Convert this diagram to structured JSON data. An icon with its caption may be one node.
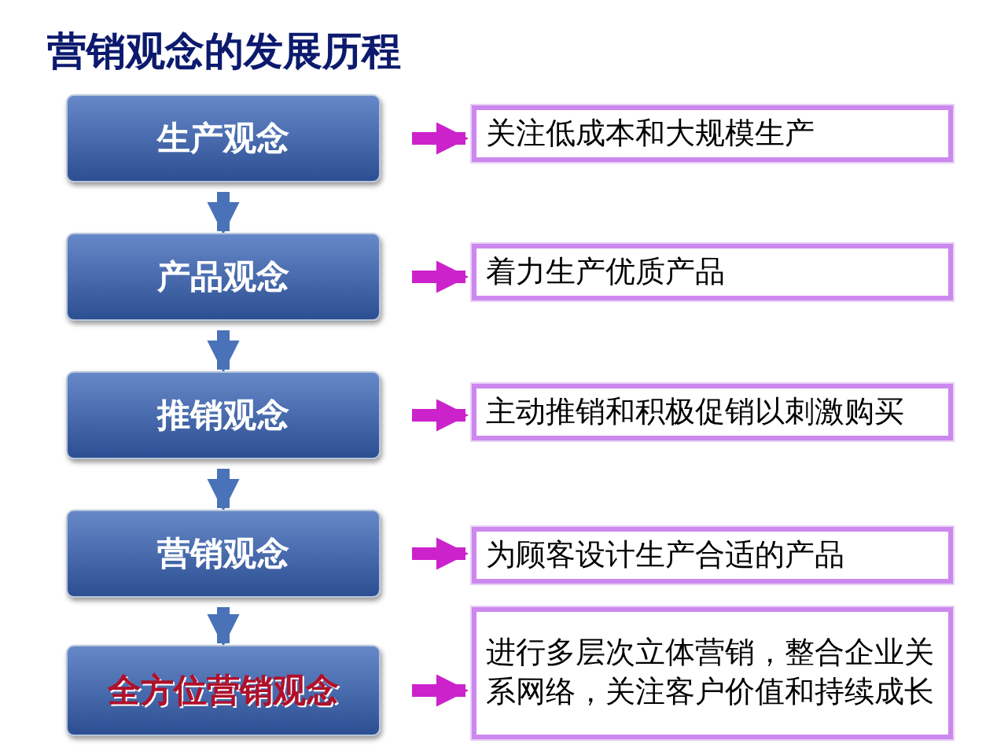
{
  "diagram": {
    "title": "营销观念的发展历程",
    "nodes": [
      {
        "text": [
          "生产观念"
        ]
      },
      {
        "text": [
          "产品观念"
        ]
      },
      {
        "text": [
          "推销观念"
        ]
      },
      {
        "text": [
          "营销观念"
        ]
      },
      {
        "text": [
          "全方位营销观念"
        ]
      },
      {
        "text": [
          "关注低成本和大规模生产"
        ]
      },
      {
        "text": [
          "着力生产优质产品"
        ]
      },
      {
        "text": [
          "主动推销和积极促销以刺激购买"
        ]
      },
      {
        "text": [
          "为顾客设计生产合适的产品"
        ]
      },
      {
        "text": [
          "进行多层次立体营销，整合企业关系网络，关注客户价值和持续成长"
        ]
      }
    ],
    "edges": [
      {
        "from": 0,
        "to": 1,
        "arrow": "to",
        "color": "#4a72b8"
      },
      {
        "from": 1,
        "to": 2,
        "arrow": "to",
        "color": "#4a72b8"
      },
      {
        "from": 2,
        "to": 3,
        "arrow": "to",
        "color": "#4a72b8"
      },
      {
        "from": 3,
        "to": 4,
        "arrow": "to",
        "color": "#4a72b8"
      },
      {
        "from": 0,
        "to": 5,
        "arrow": "to"
      },
      {
        "from": 1,
        "to": 6,
        "arrow": "to"
      },
      {
        "from": 2,
        "to": 7,
        "arrow": "to"
      },
      {
        "from": 3,
        "to": 8,
        "arrow": "to"
      },
      {
        "from": 4,
        "to": 9,
        "arrow": "to"
      }
    ]
  }
}
